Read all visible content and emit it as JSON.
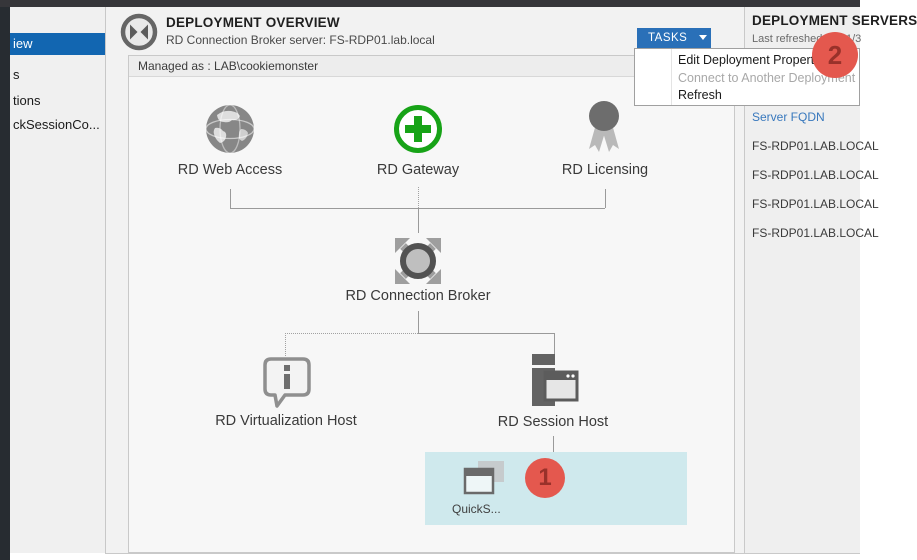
{
  "sidebar": {
    "items": [
      {
        "label": "iew",
        "selected": true
      },
      {
        "label": "s",
        "selected": false
      },
      {
        "label": "tions",
        "selected": false
      },
      {
        "label": "ckSessionCo...",
        "selected": false
      }
    ]
  },
  "header": {
    "title": "DEPLOYMENT OVERVIEW",
    "subtitle": "RD Connection Broker server: FS-RDP01.lab.local",
    "managed_as": "Managed as : LAB\\cookiemonster"
  },
  "tasks": {
    "button_label": "TASKS",
    "menu_items": [
      {
        "label": "Edit Deployment Properties",
        "enabled": true
      },
      {
        "label": "Connect to Another Deployment",
        "enabled": false
      },
      {
        "label": "Refresh",
        "enabled": true
      }
    ]
  },
  "diagram": {
    "web_access_label": "RD Web Access",
    "gateway_label": "RD Gateway",
    "licensing_label": "RD Licensing",
    "broker_label": "RD Connection Broker",
    "virtualization_label": "RD Virtualization Host",
    "session_host_label": "RD Session Host",
    "collection_label": "QuickS..."
  },
  "servers_panel": {
    "title": "DEPLOYMENT SERVERS",
    "last_refreshed": "Last refreshed on 11/3",
    "column_header": "Server FQDN",
    "rows": [
      "FS-RDP01.LAB.LOCAL",
      "FS-RDP01.LAB.LOCAL",
      "FS-RDP01.LAB.LOCAL",
      "FS-RDP01.LAB.LOCAL"
    ]
  },
  "annotations": {
    "badge_1": "1",
    "badge_2": "2",
    "badge_fill": "#e4584e",
    "badge_text_color": "#99312a"
  },
  "colors": {
    "accent_blue": "#2a70b8",
    "selection_blue": "#1266b1",
    "collection_highlight": "#cfe9ed",
    "link_blue": "#3878bd",
    "gateway_green": "#17a317"
  },
  "icons": {
    "deployment_logo": "rds-circle-arrows",
    "web_access": "globe",
    "gateway": "green-plus-circle",
    "licensing": "award-ribbon",
    "broker": "circle-arrows-out",
    "virtualization": "info-bubble",
    "session_host": "server-window",
    "collection": "windows-stack",
    "tasks_dropdown": "caret-down"
  }
}
